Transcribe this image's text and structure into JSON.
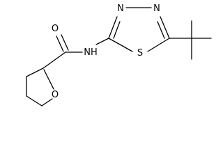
{
  "molecule": {
    "atoms": {
      "carbonyl_oxygen": "O",
      "amide_nitrogen": "NH",
      "thiadiazole_n3": "N",
      "thiadiazole_n4": "N",
      "thiadiazole_sulfur": "S",
      "ring_oxygen": "O"
    }
  }
}
